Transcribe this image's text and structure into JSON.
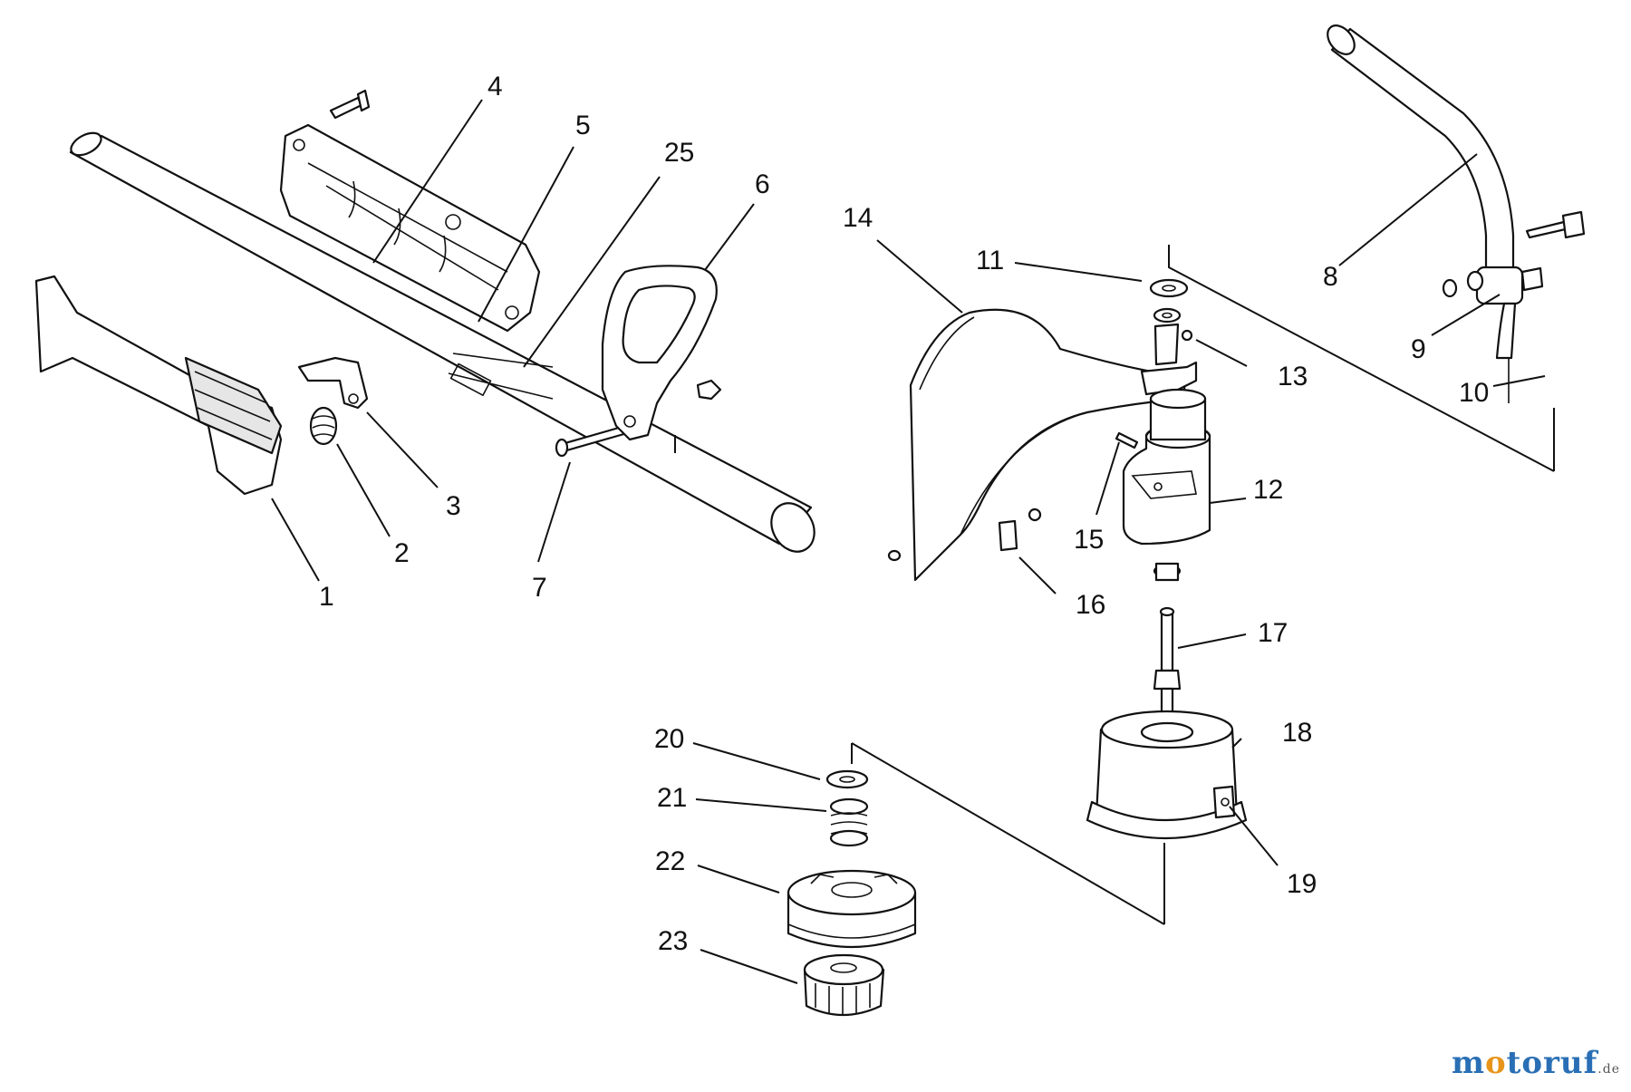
{
  "diagram": {
    "labels": [
      {
        "id": "1",
        "text": "1"
      },
      {
        "id": "2",
        "text": "2"
      },
      {
        "id": "3",
        "text": "3"
      },
      {
        "id": "4",
        "text": "4"
      },
      {
        "id": "5",
        "text": "5"
      },
      {
        "id": "6",
        "text": "6"
      },
      {
        "id": "7",
        "text": "7"
      },
      {
        "id": "8",
        "text": "8"
      },
      {
        "id": "9",
        "text": "9"
      },
      {
        "id": "10",
        "text": "10"
      },
      {
        "id": "11",
        "text": "11"
      },
      {
        "id": "12",
        "text": "12"
      },
      {
        "id": "13",
        "text": "13"
      },
      {
        "id": "14",
        "text": "14"
      },
      {
        "id": "15",
        "text": "15"
      },
      {
        "id": "16",
        "text": "16"
      },
      {
        "id": "17",
        "text": "17"
      },
      {
        "id": "18",
        "text": "18"
      },
      {
        "id": "19",
        "text": "19"
      },
      {
        "id": "20",
        "text": "20"
      },
      {
        "id": "21",
        "text": "21"
      },
      {
        "id": "22",
        "text": "22"
      },
      {
        "id": "23",
        "text": "23"
      },
      {
        "id": "25",
        "text": "25"
      }
    ]
  },
  "watermark": {
    "brand_m": "m",
    "brand_o": "o",
    "brand_rest": "toruf",
    "brand_tld": ".de",
    "colors": {
      "primary": "#2a6fb5",
      "accent": "#e8951c"
    }
  }
}
